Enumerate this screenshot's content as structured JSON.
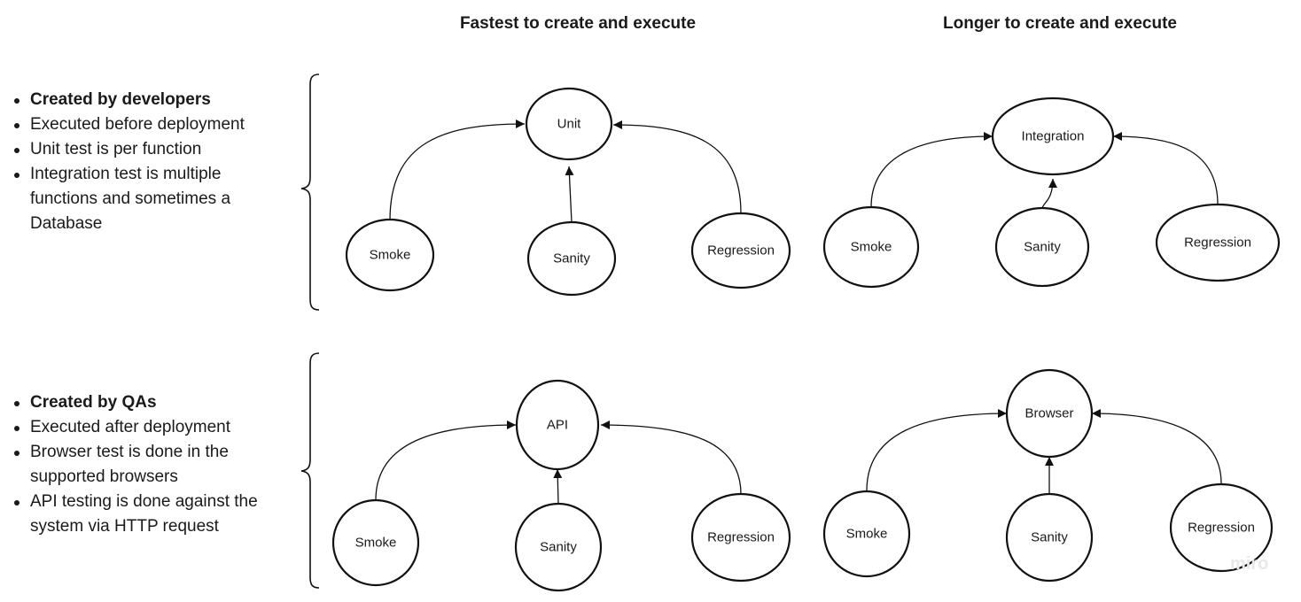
{
  "headings": {
    "fast": "Fastest to create and execute",
    "slow": "Longer to create and execute"
  },
  "developers": {
    "items": [
      "Created by developers",
      "Executed before deployment",
      "Unit test is per function",
      "Integration test is multiple functions and sometimes a Database"
    ]
  },
  "qas": {
    "items": [
      "Created by QAs",
      "Executed after deployment",
      "Browser test is done in the supported browsers",
      "API testing is done against the system via HTTP request"
    ]
  },
  "diagrams": {
    "unit": {
      "center": "Unit",
      "left": "Smoke",
      "middle": "Sanity",
      "right": "Regression"
    },
    "integration": {
      "center": "Integration",
      "left": "Smoke",
      "middle": "Sanity",
      "right": "Regression"
    },
    "api": {
      "center": "API",
      "left": "Smoke",
      "middle": "Sanity",
      "right": "Regression"
    },
    "browser": {
      "center": "Browser",
      "left": "Smoke",
      "middle": "Sanity",
      "right": "Regression"
    }
  },
  "watermark": "miro"
}
